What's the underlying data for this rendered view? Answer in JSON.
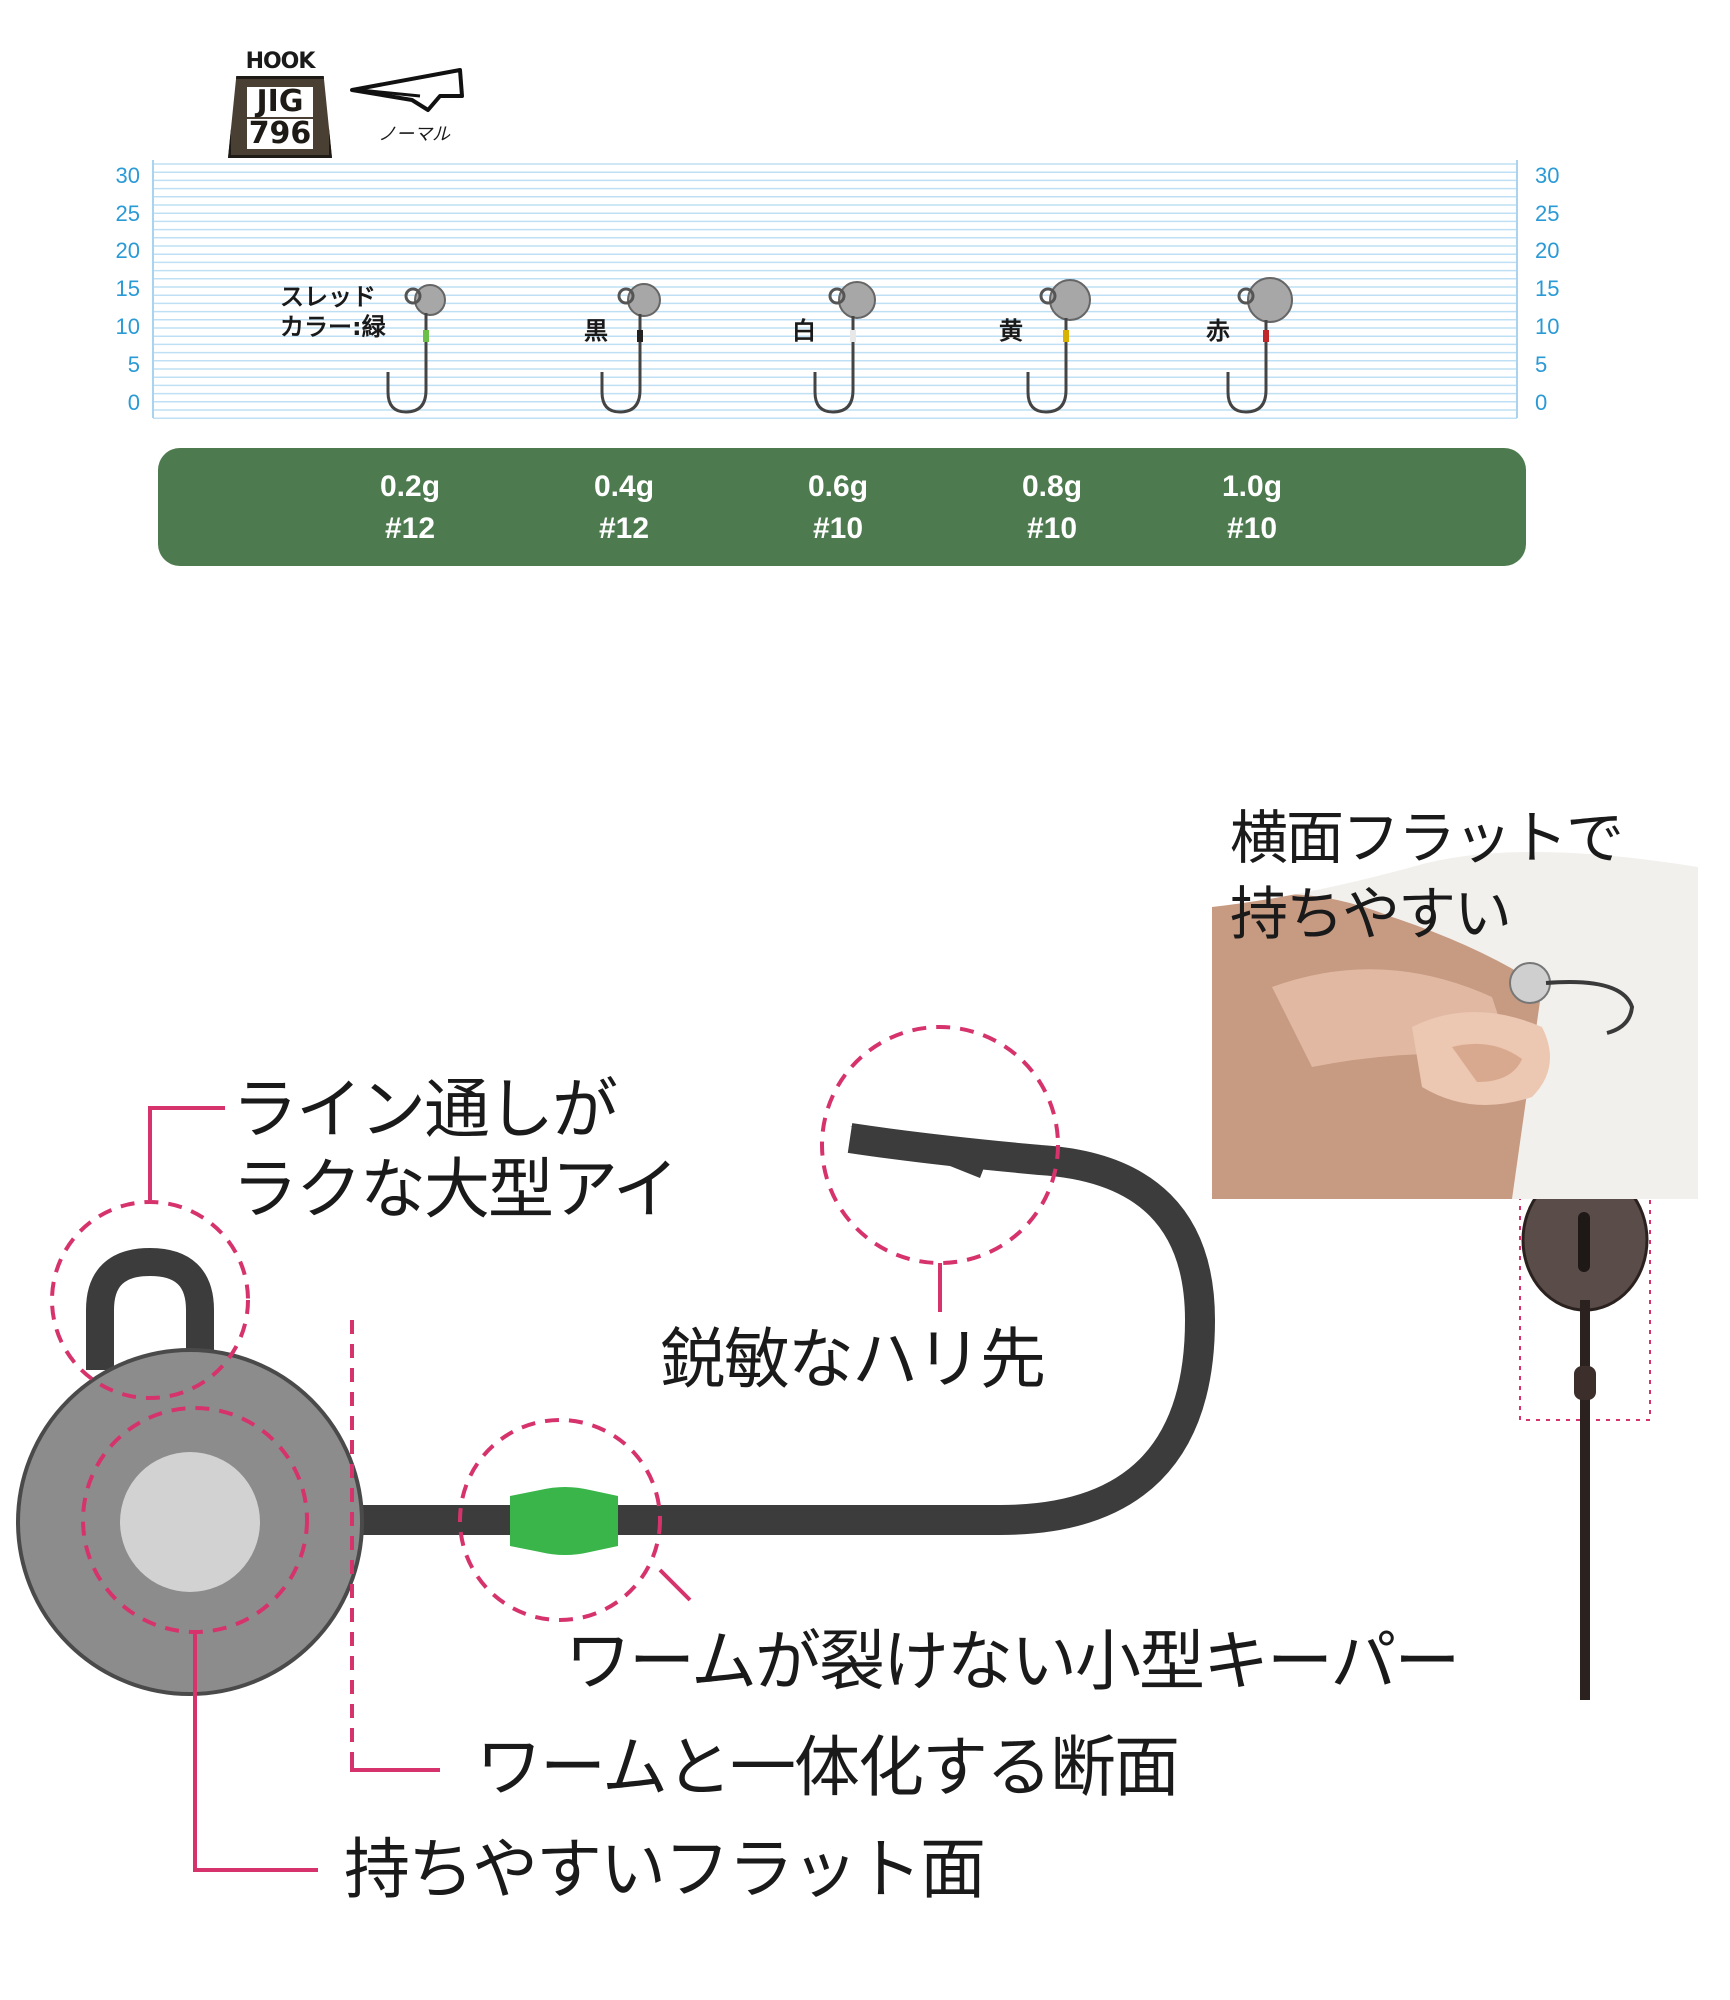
{
  "header": {
    "badge_top": "HOOK",
    "badge_line1": "JIG",
    "badge_line2": "796",
    "hook_shape_label": "ノーマル"
  },
  "chart": {
    "scale_ticks": [
      "30",
      "25",
      "20",
      "15",
      "10",
      "5",
      "0"
    ],
    "thread_label_line1": "スレッド",
    "thread_label_line2": "カラー:緑",
    "jigs": [
      {
        "color_name": "黒",
        "weight": "0.4g",
        "hook_size": "#12",
        "thread_color": "#222222"
      },
      {
        "color_name": "白",
        "weight": "0.6g",
        "hook_size": "#10",
        "thread_color": "#e8e8e8"
      },
      {
        "color_name": "黄",
        "weight": "0.8g",
        "hook_size": "#10",
        "thread_color": "#d8b400"
      },
      {
        "color_name": "赤",
        "weight": "1.0g",
        "hook_size": "#10",
        "thread_color": "#c0282a"
      }
    ],
    "first_jig": {
      "weight": "0.2g",
      "hook_size": "#12",
      "thread_color": "#6cc04a"
    }
  },
  "colors": {
    "spec_band": "#4d7a4e",
    "scale_blue": "#2a9ad6",
    "callout_pink": "#d6336c",
    "keeper_green": "#39b54a",
    "hook_dark": "#3c3c3c",
    "head_gray": "#8c8c8c"
  },
  "diagram": {
    "callout_eye_line1": "ライン通しが",
    "callout_eye_line2": "ラクな大型アイ",
    "callout_point": "鋭敏なハリ先",
    "callout_keeper": "ワームが裂けない小型キーパー",
    "callout_section": "ワームと一体化する断面",
    "callout_flat": "持ちやすいフラット面",
    "photo_caption_line1": "横面フラットで",
    "photo_caption_line2": "持ちやすい"
  }
}
